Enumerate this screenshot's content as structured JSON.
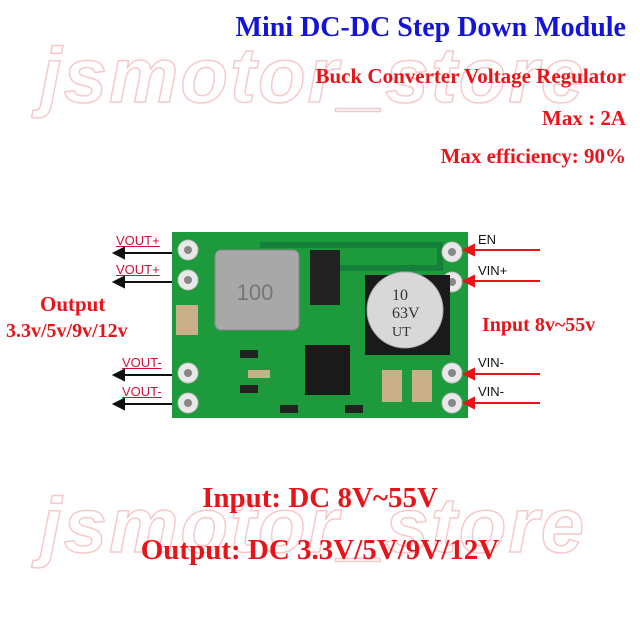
{
  "watermark": "jsmotor_store",
  "header": {
    "title": "Mini DC-DC Step Down Module",
    "subtitle": "Buck Converter Voltage Regulator",
    "max_current": "Max : 2A",
    "max_efficiency": "Max efficiency: 90%"
  },
  "board": {
    "left_pins": [
      "VOUT+",
      "VOUT+",
      "VOUT-",
      "VOUT-"
    ],
    "right_pins": [
      "EN",
      "VIN+",
      "VIN-",
      "VIN-"
    ],
    "output_label": "Output",
    "output_values": "3.3v/5v/9v/12v",
    "input_label": "Input 8v~55v",
    "inductor_marking": "100",
    "capacitor_marking": [
      "10",
      "63V",
      "UT"
    ]
  },
  "footer": {
    "input_spec": "Input: DC 8V~55V",
    "output_spec": "Output: DC 3.3V/5V/9V/12V"
  },
  "colors": {
    "title": "#1414d8",
    "text": "#e8141a",
    "pcb": "#1d9a3c"
  }
}
